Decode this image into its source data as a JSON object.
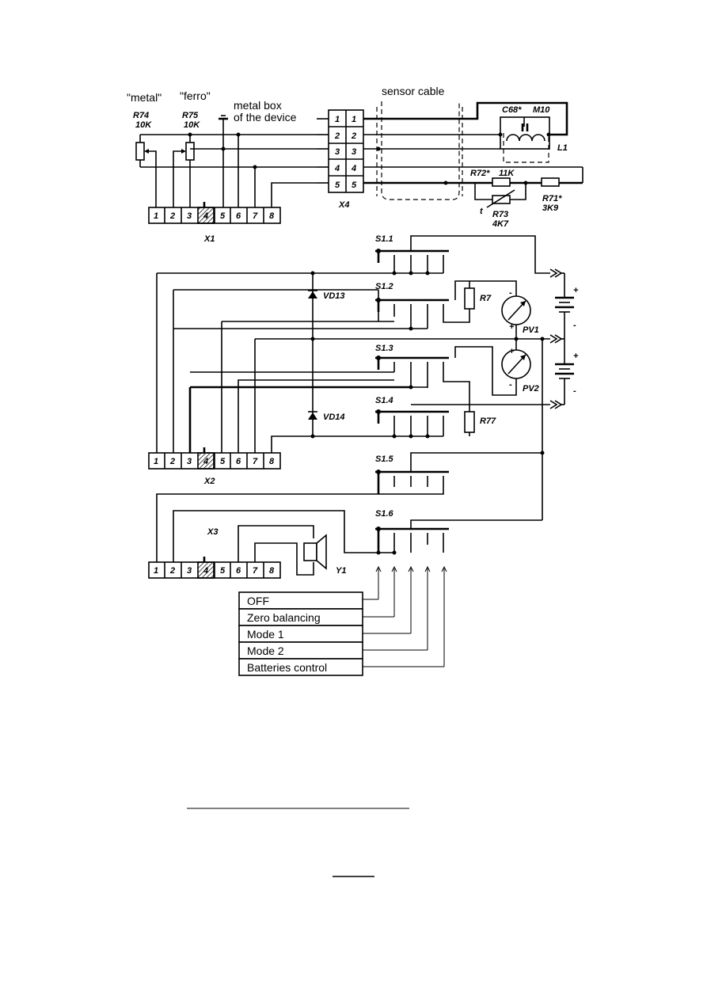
{
  "top": {
    "label_metal": "\"metal\"",
    "label_ferro": "\"ferro\"",
    "metal_box_line1": "metal box",
    "metal_box_line2": "of the device",
    "sensor_cable": "sensor cable",
    "r74_name": "R74",
    "r74_value": "10K",
    "r75_name": "R75",
    "r75_value": "10K",
    "c68": "C68*",
    "m10": "M10",
    "l1": "L1",
    "r72": "R72*",
    "r72_value": "11K",
    "r71": "R71*",
    "r71_value": "3K9",
    "r73": "R73",
    "r73_value": "4K7",
    "t_mark": "t",
    "x4": "X4",
    "x4_pins_left": [
      "1",
      "2",
      "3",
      "4",
      "5"
    ],
    "x4_pins_right": [
      "1",
      "2",
      "3",
      "4",
      "5"
    ],
    "x1": "X1",
    "x1_pins": [
      "1",
      "2",
      "3",
      "4",
      "5",
      "6",
      "7",
      "8"
    ]
  },
  "middle": {
    "s11": "S1.1",
    "s12": "S1.2",
    "s13": "S1.3",
    "s14": "S1.4",
    "s15": "S1.5",
    "s16": "S1.6",
    "vd13": "VD13",
    "vd14": "VD14",
    "r7": "R7",
    "r77": "R77",
    "pw1": "PV1",
    "pw2": "PV2",
    "x2": "X2",
    "x2_pins": [
      "1",
      "2",
      "3",
      "4",
      "5",
      "6",
      "7",
      "8"
    ],
    "x3": "X3",
    "x3_pins": [
      "1",
      "2",
      "3",
      "4",
      "5",
      "6",
      "7",
      "8"
    ],
    "y1": "Y1",
    "plus": "+",
    "minus": "-"
  },
  "menu": {
    "items": [
      "OFF",
      "Zero balancing",
      "Mode 1",
      "Mode 2",
      "Batteries control"
    ]
  }
}
